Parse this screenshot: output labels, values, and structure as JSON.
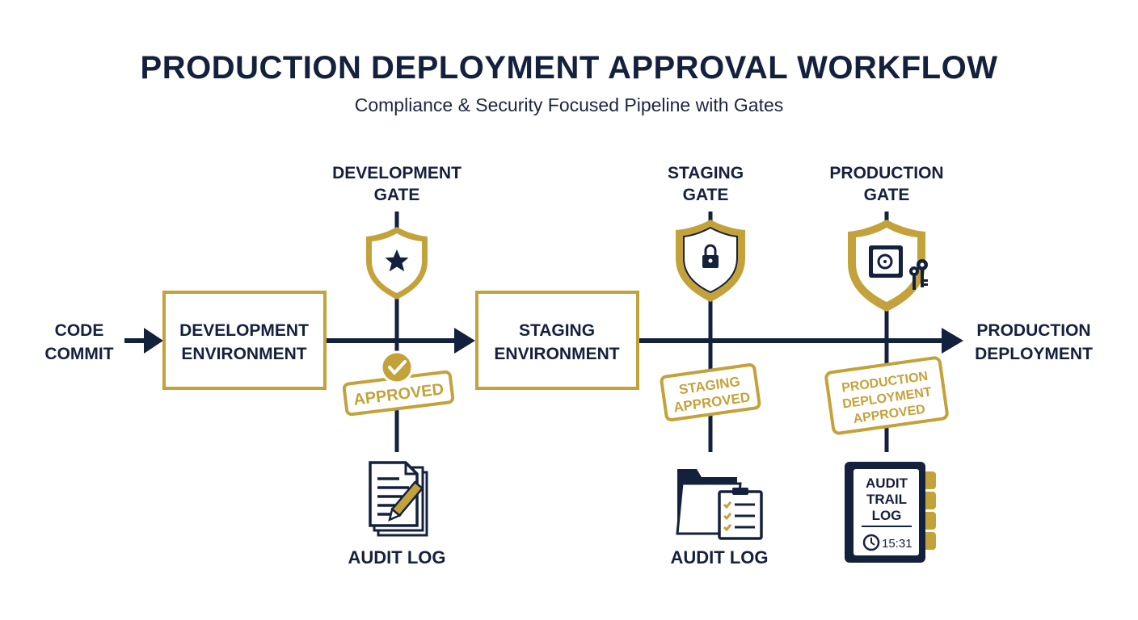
{
  "title": "PRODUCTION DEPLOYMENT APPROVAL WORKFLOW",
  "subtitle": "Compliance & Security Focused Pipeline with Gates",
  "colors": {
    "navy": "#14213d",
    "gold": "#c4a23b",
    "background": "#ffffff"
  },
  "start": {
    "line1": "CODE",
    "line2": "COMMIT"
  },
  "end": {
    "line1": "PRODUCTION",
    "line2": "DEPLOYMENT"
  },
  "stages": [
    {
      "line1": "DEVELOPMENT",
      "line2": "ENVIRONMENT"
    },
    {
      "line1": "STAGING",
      "line2": "ENVIRONMENT"
    }
  ],
  "gates": [
    {
      "line1": "DEVELOPMENT",
      "line2": "GATE",
      "icon": "shield-star-icon",
      "stamp": [
        "APPROVED"
      ],
      "stamp_icon": "checkmark-icon",
      "log_label": "AUDIT LOG",
      "log_icon": "document-pencil-icon"
    },
    {
      "line1": "STAGING",
      "line2": "GATE",
      "icon": "shield-lock-icon",
      "stamp": [
        "STAGING",
        "APPROVED"
      ],
      "log_label": "AUDIT LOG",
      "log_icon": "folder-checklist-icon"
    },
    {
      "line1": "PRODUCTION",
      "line2": "GATE",
      "icon": "shield-safe-keys-icon",
      "stamp": [
        "PRODUCTION",
        "DEPLOYMENT",
        "APPROVED"
      ],
      "log_icon": "audit-trail-book-icon",
      "log_book": {
        "line1": "AUDIT",
        "line2": "TRAIL",
        "line3": "LOG",
        "time": "15:31"
      }
    }
  ]
}
